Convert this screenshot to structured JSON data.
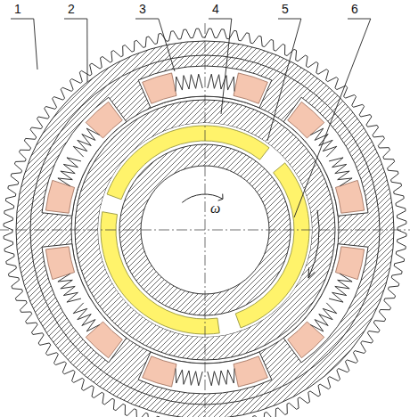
{
  "diagram": {
    "labels": [
      "1",
      "2",
      "3",
      "4",
      "5",
      "6",
      "ω"
    ]
  }
}
